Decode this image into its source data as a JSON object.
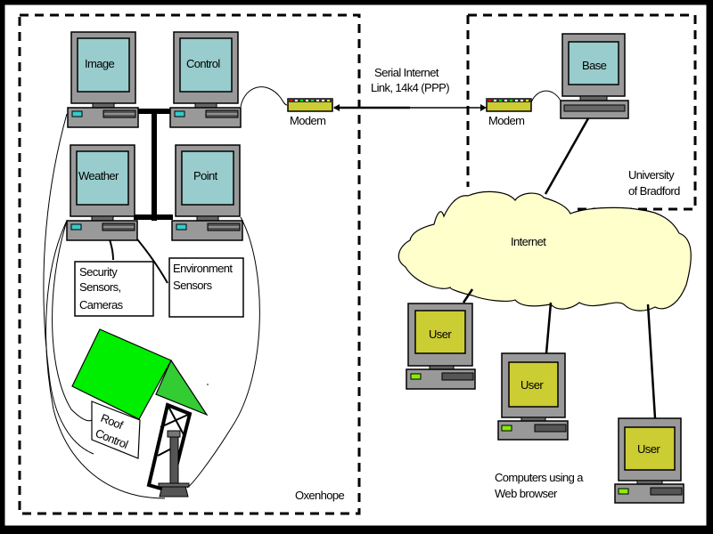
{
  "diagram": {
    "sites": {
      "oxenhope": {
        "label": "Oxenhope"
      },
      "bradford": {
        "label_line1": "University",
        "label_line2": "of Bradford"
      }
    },
    "computers": {
      "image": {
        "label": "Image"
      },
      "control": {
        "label": "Control"
      },
      "weather": {
        "label": "Weather"
      },
      "point": {
        "label": "Point"
      },
      "base": {
        "label": "Base"
      },
      "user1": {
        "label": "User"
      },
      "user2": {
        "label": "User"
      },
      "user3": {
        "label": "User"
      }
    },
    "modems": {
      "left": {
        "label": "Modem"
      },
      "right": {
        "label": "Modem"
      }
    },
    "link": {
      "line1": "Serial Internet",
      "line2": "Link, 14k4 (PPP)"
    },
    "boxes": {
      "security": {
        "line1": "Security",
        "line2": "Sensors,",
        "line3": "Cameras"
      },
      "environment": {
        "line1": "Environment",
        "line2": "Sensors"
      }
    },
    "roof": {
      "line1": "Roof",
      "line2": "Control"
    },
    "internet": {
      "label": "Internet"
    },
    "users_caption": {
      "line1": "Computers using a",
      "line2": "Web browser"
    },
    "colors": {
      "screen_teal": "#99cccc",
      "screen_yellow": "#cccc33",
      "case_gray": "#999999",
      "cloud": "#ffffcc",
      "roof_green": "#00ee00",
      "roof_side": "#33cc33",
      "modem": "#cccc33"
    }
  }
}
